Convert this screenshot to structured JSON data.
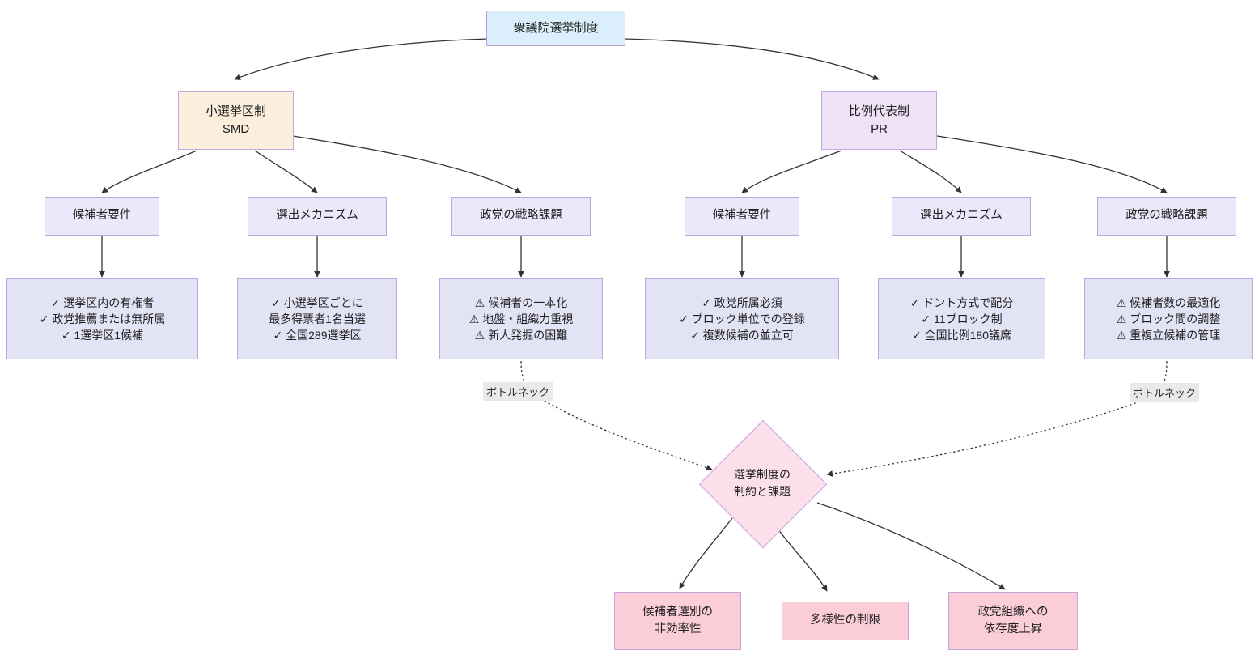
{
  "diagram": {
    "type": "flowchart-tree",
    "title_node": "衆議院選挙制度",
    "colors": {
      "root_fill": "#daeefb",
      "smd_fill": "#fbeedc",
      "pr_fill": "#f0e2f6",
      "category_fill": "#e9e9fa",
      "detail_fill": "#e3e3f6",
      "issue_fill": "#fbcdd8",
      "diamond_fill": "#fbdfe9",
      "border": "#b9a0d4",
      "edge_stroke": "#333333",
      "edge_label_bg": "#e9e9e9"
    }
  },
  "nodes": {
    "root": {
      "label": "衆議院選挙制度"
    },
    "smd": {
      "line1": "小選挙区制",
      "line2": "SMD"
    },
    "pr": {
      "line1": "比例代表制",
      "line2": "PR"
    },
    "smd_candidate_req": {
      "label": "候補者要件"
    },
    "smd_selection": {
      "label": "選出メカニズム"
    },
    "smd_strategy": {
      "label": "政党の戦略課題"
    },
    "pr_candidate_req": {
      "label": "候補者要件"
    },
    "pr_selection": {
      "label": "選出メカニズム"
    },
    "pr_strategy": {
      "label": "政党の戦略課題"
    },
    "smd_candidate_detail": {
      "lines": [
        "✓ 選挙区内の有権者",
        "✓ 政党推薦または無所属",
        "✓ 1選挙区1候補"
      ]
    },
    "smd_selection_detail": {
      "lines": [
        "✓ 小選挙区ごとに",
        "最多得票者1名当選",
        "✓ 全国289選挙区"
      ]
    },
    "smd_strategy_detail": {
      "lines": [
        "⚠ 候補者の一本化",
        "⚠ 地盤・組織力重視",
        "⚠ 新人発掘の困難"
      ]
    },
    "pr_candidate_detail": {
      "lines": [
        "✓ 政党所属必須",
        "✓ ブロック単位での登録",
        "✓ 複数候補の並立可"
      ]
    },
    "pr_selection_detail": {
      "lines": [
        "✓ ドント方式で配分",
        "✓ 11ブロック制",
        "✓ 全国比例180議席"
      ]
    },
    "pr_strategy_detail": {
      "lines": [
        "⚠ 候補者数の最適化",
        "⚠ ブロック間の調整",
        "⚠ 重複立候補の管理"
      ]
    },
    "constraints": {
      "line1": "選挙制度の",
      "line2": "制約と課題"
    },
    "issue_inefficiency": {
      "line1": "候補者選別の",
      "line2": "非効率性"
    },
    "issue_diversity": {
      "line1": "多様性の制限"
    },
    "issue_dependency": {
      "line1": "政党組織への",
      "line2": "依存度上昇"
    }
  },
  "edge_labels": {
    "bottleneck_left": "ボトルネック",
    "bottleneck_right": "ボトルネック"
  }
}
